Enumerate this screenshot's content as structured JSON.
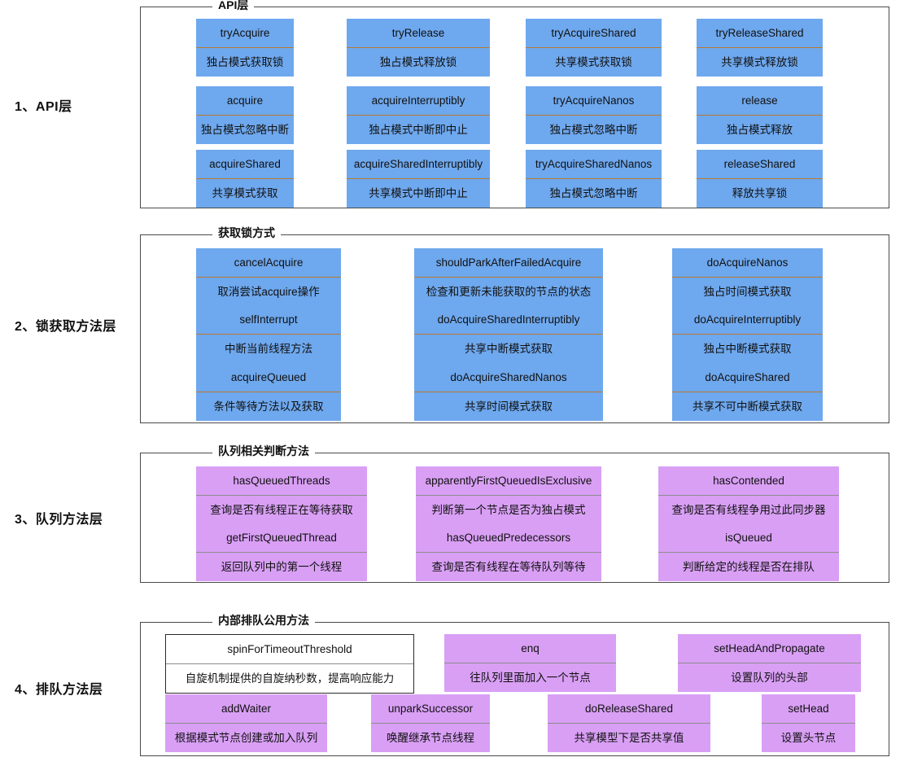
{
  "diagram": {
    "title": "AbstractQueuedSynchronizer method layers",
    "colors": {
      "blue_card": "#6EA8EE",
      "purple_card": "#D99FF5",
      "white_card": "#FFFFFF",
      "border": "#4A4A4A",
      "text": "#111111"
    }
  },
  "sections": [
    {
      "label": "1、API层",
      "legend": "API层",
      "style": "blue",
      "cards": [
        {
          "title": "tryAcquire",
          "desc": "独占模式获取锁"
        },
        {
          "title": "tryRelease",
          "desc": "独占模式释放锁"
        },
        {
          "title": "tryAcquireShared",
          "desc": "共享模式获取锁"
        },
        {
          "title": "tryReleaseShared",
          "desc": "共享模式释放锁"
        },
        {
          "title": "acquire",
          "desc": "独占模式忽略中断"
        },
        {
          "title": "acquireInterruptibly",
          "desc": "独占模式中断即中止"
        },
        {
          "title": "tryAcquireNanos",
          "desc": "独占模式忽略中断"
        },
        {
          "title": "release",
          "desc": "独占模式释放"
        },
        {
          "title": "acquireShared",
          "desc": "共享模式获取"
        },
        {
          "title": "acquireSharedInterruptibly",
          "desc": "共享模式中断即中止"
        },
        {
          "title": "tryAcquireSharedNanos",
          "desc": "独占模式忽略中断"
        },
        {
          "title": "releaseShared",
          "desc": "释放共享锁"
        }
      ]
    },
    {
      "label": "2、锁获取方法层",
      "legend": "获取锁方式",
      "style": "blue",
      "cards": [
        {
          "title": "cancelAcquire",
          "desc": "取消尝试acquire操作"
        },
        {
          "title": "shouldParkAfterFailedAcquire",
          "desc": "检查和更新未能获取的节点的状态"
        },
        {
          "title": "doAcquireNanos",
          "desc": "独占时间模式获取"
        },
        {
          "title": "selfInterrupt",
          "desc": "中断当前线程方法"
        },
        {
          "title": "doAcquireSharedInterruptibly",
          "desc": "共享中断模式获取"
        },
        {
          "title": "doAcquireInterruptibly",
          "desc": "独占中断模式获取"
        },
        {
          "title": "acquireQueued",
          "desc": "条件等待方法以及获取"
        },
        {
          "title": "doAcquireSharedNanos",
          "desc": "共享时间模式获取"
        },
        {
          "title": "doAcquireShared",
          "desc": "共享不可中断模式获取"
        }
      ]
    },
    {
      "label": "3、队列方法层",
      "legend": "队列相关判断方法",
      "style": "purple",
      "cards": [
        {
          "title": "hasQueuedThreads",
          "desc": "查询是否有线程正在等待获取"
        },
        {
          "title": "apparentlyFirstQueuedIsExclusive",
          "desc": "判断第一个节点是否为独占模式"
        },
        {
          "title": "hasContended",
          "desc": "查询是否有线程争用过此同步器"
        },
        {
          "title": "getFirstQueuedThread",
          "desc": "返回队列中的第一个线程"
        },
        {
          "title": "hasQueuedPredecessors",
          "desc": "查询是否有线程在等待队列等待"
        },
        {
          "title": "isQueued",
          "desc": "判断给定的线程是否在排队"
        }
      ]
    },
    {
      "label": "4、排队方法层",
      "legend": "内部排队公用方法",
      "style": "purple",
      "cards": [
        {
          "title": "spinForTimeoutThreshold",
          "desc": "自旋机制提供的自旋纳秒数，提高响应能力",
          "style": "white"
        },
        {
          "title": "enq",
          "desc": "往队列里面加入一个节点"
        },
        {
          "title": "setHeadAndPropagate",
          "desc": "设置队列的头部"
        },
        {
          "title": "addWaiter",
          "desc": "根据模式节点创建或加入队列"
        },
        {
          "title": "unparkSuccessor",
          "desc": "唤醒继承节点线程"
        },
        {
          "title": "doReleaseShared",
          "desc": "共享模型下是否共享值"
        },
        {
          "title": "setHead",
          "desc": "设置头节点"
        }
      ]
    }
  ]
}
